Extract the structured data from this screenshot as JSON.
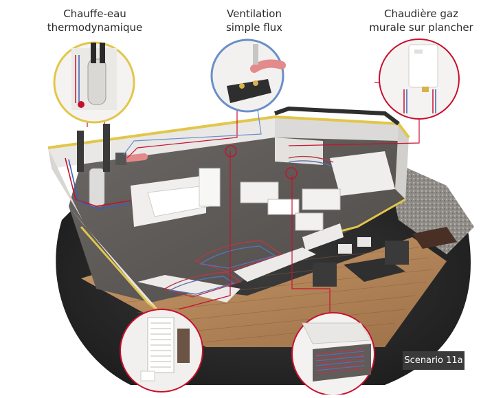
{
  "callouts": {
    "chauffe_eau": {
      "line1": "Chauffe-eau",
      "line2": "thermodynamique"
    },
    "ventilation": {
      "line1": "Ventilation",
      "line2": "simple flux"
    },
    "chaudiere": {
      "line1": "Chaudière gaz",
      "line2": "murale sur plancher"
    }
  },
  "badge": {
    "text": "Scenario 11a"
  },
  "colors": {
    "callout_red": "#c8102e",
    "callout_blue": "#6a8fc8",
    "floor_gray": "#5e5a57",
    "wall_white": "#ecebea",
    "deck_wood": "#b98a5c",
    "ground_dark": "#2b2b2b",
    "insulation_yellow": "#e2c64a"
  }
}
